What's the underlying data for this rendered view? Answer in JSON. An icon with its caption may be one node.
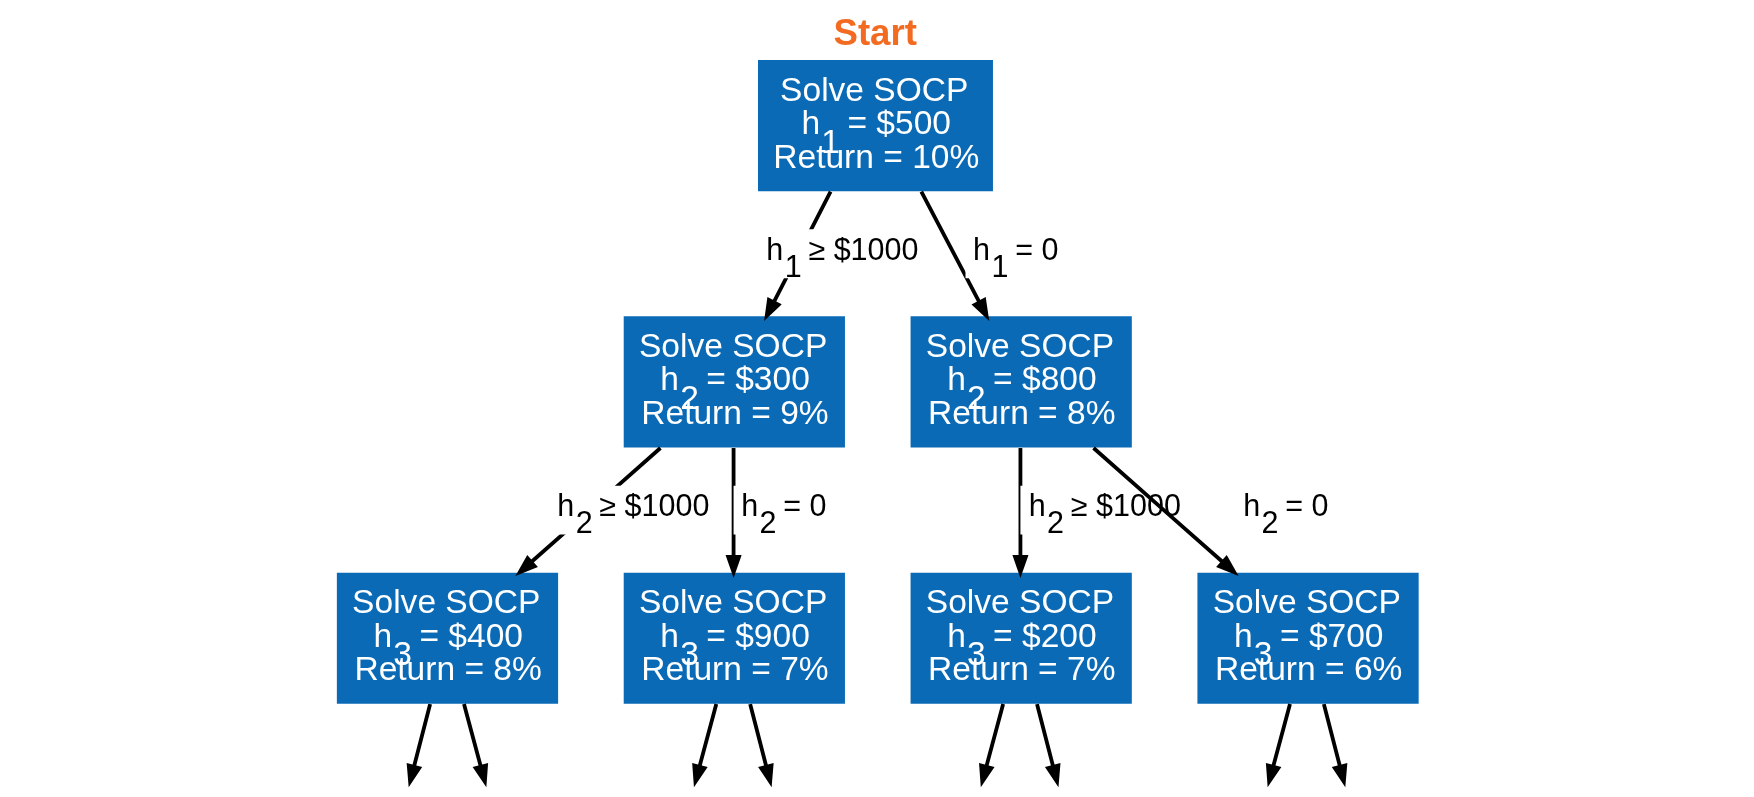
{
  "diagram": {
    "nodes": [
      {
        "text": [
          "Solve SOCP",
          "h$_{1}$ = $500",
          "Return = 10%"
        ],
        "beside": [
          "Start"
        ]
      },
      {
        "text": [
          "Solve SOCP",
          "h$_{2}$ = $300",
          "Return = 9%"
        ]
      },
      {
        "text": [
          "Solve SOCP",
          "h$_{2}$ = $800",
          "Return = 8%"
        ]
      },
      {
        "text": [
          "Solve SOCP",
          "h$_{3}$ = $400",
          "Return = 8%"
        ]
      },
      {
        "text": [
          "Solve SOCP",
          "h$_{3}$ = $900",
          "Return = 7%"
        ]
      },
      {
        "text": [
          "Solve SOCP",
          "h$_{3}$ = $200",
          "Return = 7%"
        ]
      },
      {
        "text": [
          "Solve SOCP",
          "h$_{3}$ = $700",
          "Return = 6%"
        ]
      }
    ],
    "edges": [
      {
        "from": 0,
        "to": 1,
        "arrow": "to",
        "label": "h$_{1}$ ≥ $1000"
      },
      {
        "from": 0,
        "to": 2,
        "arrow": "to",
        "label": "h$_{1}$ = 0"
      },
      {
        "from": 1,
        "to": 3,
        "arrow": "to",
        "label": "h$_{2}$ ≥ $1000"
      },
      {
        "from": 1,
        "to": 4,
        "arrow": "to",
        "label": "h$_{2}$ = 0"
      },
      {
        "from": 2,
        "to": 5,
        "arrow": "to",
        "label": "h$_{2}$ ≥ $1000"
      },
      {
        "from": 2,
        "to": 6,
        "arrow": "to",
        "label": "h$_{2}$ = 0"
      },
      {
        "from": 3,
        "to": null,
        "arrow": "to"
      },
      {
        "from": 3,
        "to": null,
        "arrow": "to"
      },
      {
        "from": 4,
        "to": null,
        "arrow": "to"
      },
      {
        "from": 4,
        "to": null,
        "arrow": "to"
      },
      {
        "from": 5,
        "to": null,
        "arrow": "to"
      },
      {
        "from": 5,
        "to": null,
        "arrow": "to"
      },
      {
        "from": 6,
        "to": null,
        "arrow": "to"
      },
      {
        "from": 6,
        "to": null,
        "arrow": "to"
      }
    ]
  }
}
